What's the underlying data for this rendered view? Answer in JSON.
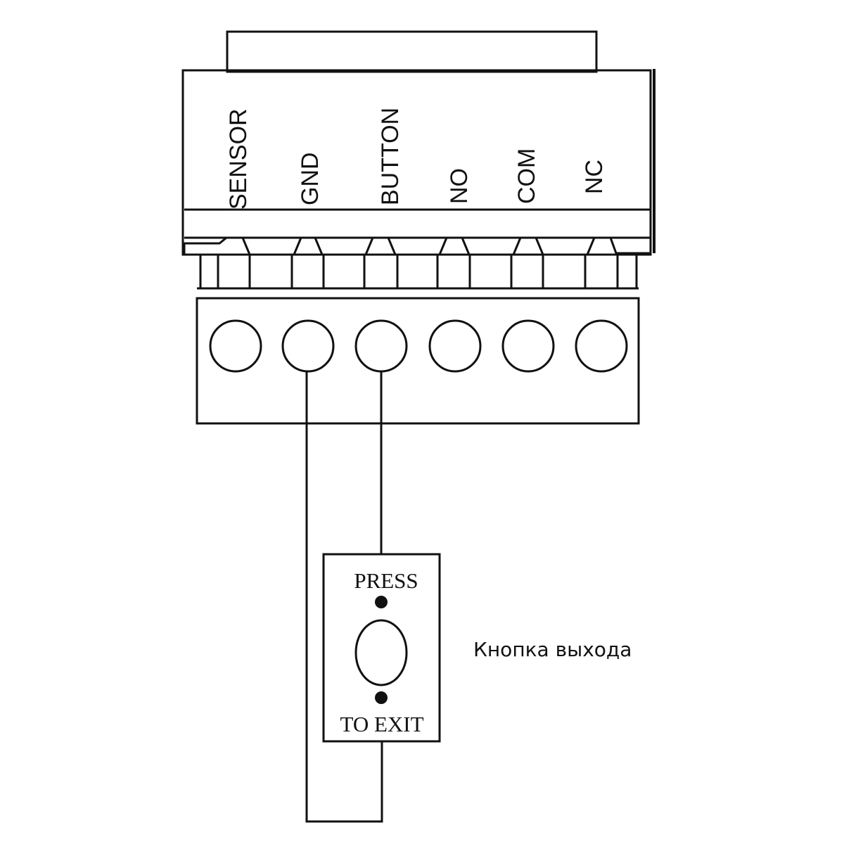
{
  "terminal_block": {
    "terminals": [
      {
        "id": "sensor",
        "label": "SENSOR"
      },
      {
        "id": "gnd",
        "label": "GND"
      },
      {
        "id": "button",
        "label": "BUTTON"
      },
      {
        "id": "no",
        "label": "NO"
      },
      {
        "id": "com",
        "label": "COM"
      },
      {
        "id": "nc",
        "label": "NC"
      }
    ]
  },
  "exit_button": {
    "top_text": "PRESS",
    "bottom_text": "TO EXIT"
  },
  "caption": "Кнопка выхода",
  "wiring": {
    "connected_terminals": [
      "GND",
      "BUTTON"
    ]
  },
  "colors": {
    "line": "#111111",
    "background": "#ffffff"
  }
}
